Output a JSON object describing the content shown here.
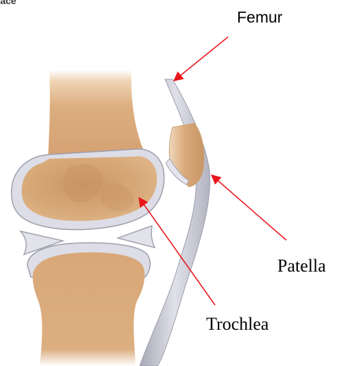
{
  "cropped_text": "space",
  "labels": {
    "femur": "Femur",
    "patella": "Patella",
    "trochlea": "Trochlea"
  },
  "colors": {
    "bone": "#d9a878",
    "cartilage": "#dcdde6",
    "tendon": "#c9cad4",
    "arrow": "#e8161d"
  }
}
